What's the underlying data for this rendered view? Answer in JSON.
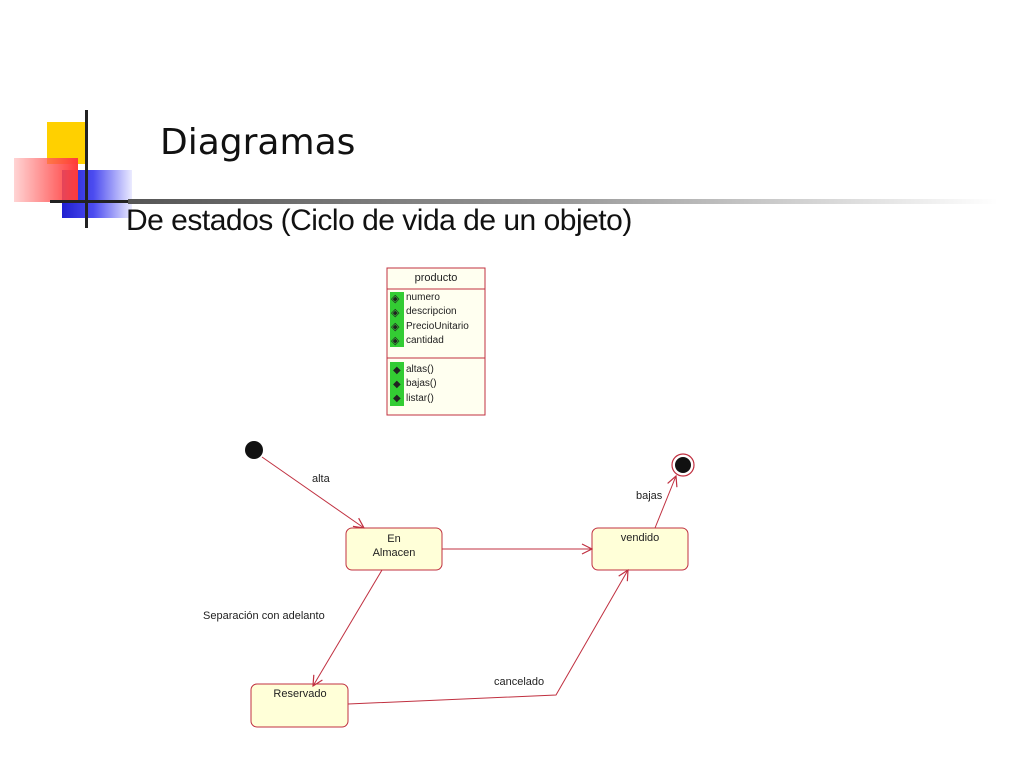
{
  "slide": {
    "title": "Diagramas",
    "bullet": "De estados (Ciclo de vida de un objeto)"
  },
  "class_box": {
    "name": "producto",
    "attributes": [
      "numero",
      "descripcion",
      "PrecioUnitario",
      "cantidad"
    ],
    "operations": [
      "altas()",
      "bajas()",
      "listar()"
    ]
  },
  "states": {
    "en_almacen": [
      "En",
      "Almacen"
    ],
    "vendido": "vendido",
    "reservado": "Reservado"
  },
  "transitions": {
    "alta": "alta",
    "bajas": "bajas",
    "separacion": "Separación con adelanto",
    "cancelado": "cancelado"
  },
  "colors": {
    "accent_yellow": "#ffd400",
    "accent_red": "#ff4040",
    "accent_blue": "#3030e0",
    "class_border": "#c03040",
    "state_fill": "#ffffd8",
    "state_border": "#c03040",
    "visibility_green": "#33cc33"
  }
}
